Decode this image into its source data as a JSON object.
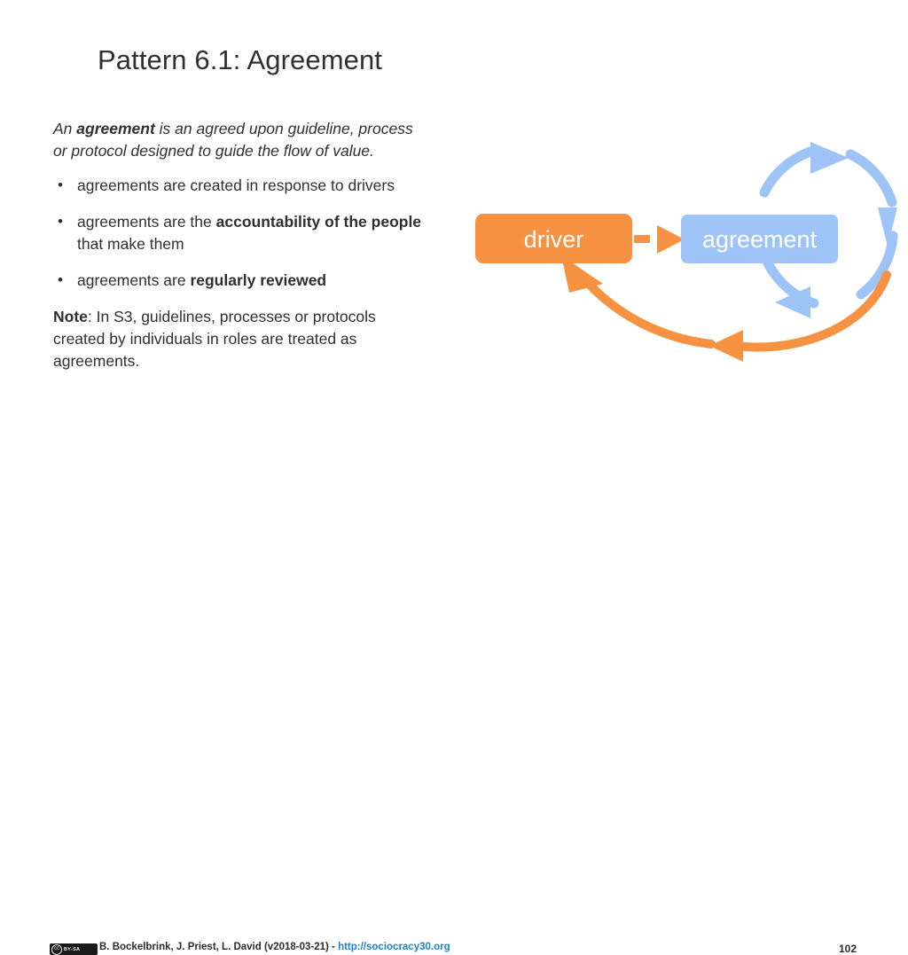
{
  "slide": {
    "title": "Pattern 6.1: Agreement",
    "definition": {
      "lead": "An ",
      "term": "agreement",
      "rest": " is an agreed upon guideline, process or protocol designed to guide the flow of value."
    },
    "bullets": [
      {
        "pre": "agreements are created in response to drivers",
        "bold": "",
        "post": ""
      },
      {
        "pre": "agreements are the ",
        "bold": "accountability of the people",
        "post": " that make them"
      },
      {
        "pre": "agreements are ",
        "bold": "regularly reviewed",
        "post": ""
      }
    ],
    "note": {
      "label": "Note",
      "text": ": In S3, guidelines, processes or protocols created by individuals in roles are treated as agreements."
    }
  },
  "diagram": {
    "type": "cycle",
    "nodes": [
      {
        "id": "driver",
        "label": "driver",
        "color": "#F79243",
        "text_color": "#ffffff"
      },
      {
        "id": "agreement",
        "label": "agreement",
        "color": "#9DC3F7",
        "text_color": "#ffffff"
      }
    ],
    "connections": [
      {
        "from": "driver",
        "to": "agreement",
        "color": "#F79243",
        "style": "dashed-arrow"
      },
      {
        "from": "agreement",
        "to": "driver",
        "color": "#F79243",
        "style": "curved-feedback-arrow"
      },
      {
        "from": "agreement",
        "to": "agreement",
        "color": "#9DC3F7",
        "style": "circular-loop"
      }
    ],
    "colors": {
      "orange": "#F79243",
      "blue": "#9DC3F7"
    }
  },
  "footer": {
    "license_badge": {
      "cc_glyph": "cc",
      "terms": "BY-SA"
    },
    "credit": "B. Bockelbrink, J. Priest, L. David (v2018-03-21) - ",
    "link": "http://sociocracy30.org",
    "page_number": "102"
  }
}
